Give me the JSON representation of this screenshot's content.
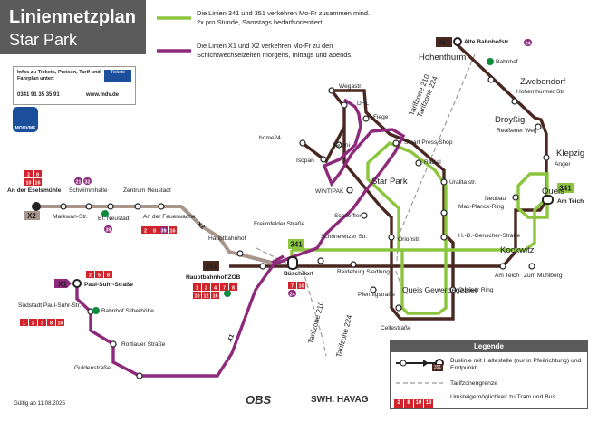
{
  "header": {
    "title": "Liniennetzplan",
    "subtitle": "Star Park"
  },
  "notes": {
    "green": "Die Linien 341 und 351 verkehren Mo-Fr zusammen mind. 2x pro Stunde, Samstags bedarfsorientiert.",
    "purple": "Die Linien X1 und X2 verkehren Mo-Fr zu den Schichtwechselzeiten morgens, mittags und abends."
  },
  "info": {
    "text": "Infos zu Tickets, Preisen, Tarif und Fahrplan unter:",
    "ticket_logo": "Tickets",
    "phone": "0341 91 35 35 91",
    "web": "www.mdv.de"
  },
  "app": {
    "name": "MOOVME"
  },
  "colors": {
    "green": "#8cc63f",
    "purple": "#8e2a7c",
    "brown": "#4a2720",
    "tan": "#a8958c",
    "red": "#d2232a",
    "tariff": "#9a9a9a"
  },
  "lines": {
    "l341": "341",
    "l351": "351",
    "x1": "X1",
    "x2": "X2"
  },
  "stations": {
    "alte_bahnhofstr": "Alte Bahnhofstr.",
    "bahnhof": "Bahnhof",
    "hohenthurm": "Hohenthurm",
    "zwebendorf": "Zwebendorf",
    "hohenthurmer_str": "Hohenthurmer Str.",
    "droyssig": "Droyßig",
    "reussener_weg": "Reußener Weg",
    "klepzig": "Klepzig",
    "anger": "Anger",
    "queis": "Queis",
    "neubau": "Neubau",
    "am_teich_q": "Am Teich",
    "wegastr": "Wegastr.",
    "dhl": "DHL",
    "fiege": "Fiege",
    "home24": "home24",
    "flaconi": "flaconi",
    "isopan": "Isopan",
    "smart_press": "Smart Press Shop",
    "radial": "Radial",
    "star_park": "Star Park",
    "wintipak": "WINTIPAK",
    "schaeffler": "Schaeffler",
    "uralitas": "Uralita str.",
    "max_planck": "Max-Planck-Ring",
    "h_d_genscher": "H.-D.-Genscher-Straße",
    "orionstr": "Orionstr.",
    "kockwitz": "Kockwitz",
    "am_teich_k": "Am Teich",
    "zum_muehlberg": "Zum Mühlberg",
    "queiser_ring": "Queiser Ring",
    "queis_gewerbe": "Queis Gewerbegebiet",
    "gelestrasse": "Cellestraße",
    "pfennigstr": "Pfennigstraße",
    "reideburg": "Reideburg Siedlung",
    "schoenewitzer": "Schönewitzer Str.",
    "buschdorf": "Büschdorf",
    "freiimfelder": "Freiimfelder Straße",
    "hauptbahnhof": "Hauptbahnhof",
    "hbf_zob": "Hauptbahnhof/ZOB",
    "eselsmuehle": "An der Eselsmühle",
    "markwanstr": "Markwan-Str.",
    "schwimmhalle": "Schwimmhalle",
    "bf_neustadt": "Bf. Neustadt",
    "zentrum_neustadt": "Zentrum Neustadt",
    "feuerwache": "An der Feuerwache",
    "paul_suhr": "Paul-Suhr-Straße",
    "suedstadt": "Südstadt Paul-Suhr-Str.",
    "bahnhof_silberhoehe": "Bahnhof Silberhöhe",
    "rottlauer": "Rottlauer Straße",
    "guldenstrasse": "Guldenstraße"
  },
  "tariff": {
    "z210a": "Tarifzone 210",
    "z224a": "Tarifzone 224",
    "z210b": "Tarifzone 210",
    "z224b": "Tarifzone 224"
  },
  "legend": {
    "title": "Legende",
    "row1": "Buslinie mit Haltestelle (nur in Pfeilrichtung) und Endpunkt",
    "row2": "Tarifzonengrenze",
    "row3": "Umsteigemöglichkeit zu Tram und Bus",
    "sample_badge": "351"
  },
  "footer": {
    "valid": "Gültig ab 11.08.2025",
    "obs": "OBS",
    "swh": "SWH. HAVAG"
  },
  "transfer_badges": {
    "eselsmuehle": [
      "2",
      "8"
    ],
    "eselsmuehle_b": [
      "10",
      "16"
    ],
    "schwimmhalle": [
      "21",
      "32"
    ],
    "bf_neustadt": [
      "39"
    ],
    "feuerwache": [
      "2",
      "8",
      "10",
      "16"
    ],
    "feuerwache_b": [
      "39"
    ],
    "hbf": [
      "1",
      "2",
      "4",
      "7",
      "8"
    ],
    "hbf_b": [
      "10",
      "12",
      "16"
    ],
    "buschdorf": [
      "7",
      "10"
    ],
    "buschdorf_b": [
      "24"
    ],
    "paul_suhr": [
      "2",
      "5",
      "8"
    ],
    "suedstadt": [
      "1",
      "2",
      "3",
      "8",
      "16"
    ],
    "alte_bhf": [
      "24"
    ],
    "legend": [
      "2",
      "8",
      "10",
      "16"
    ]
  }
}
